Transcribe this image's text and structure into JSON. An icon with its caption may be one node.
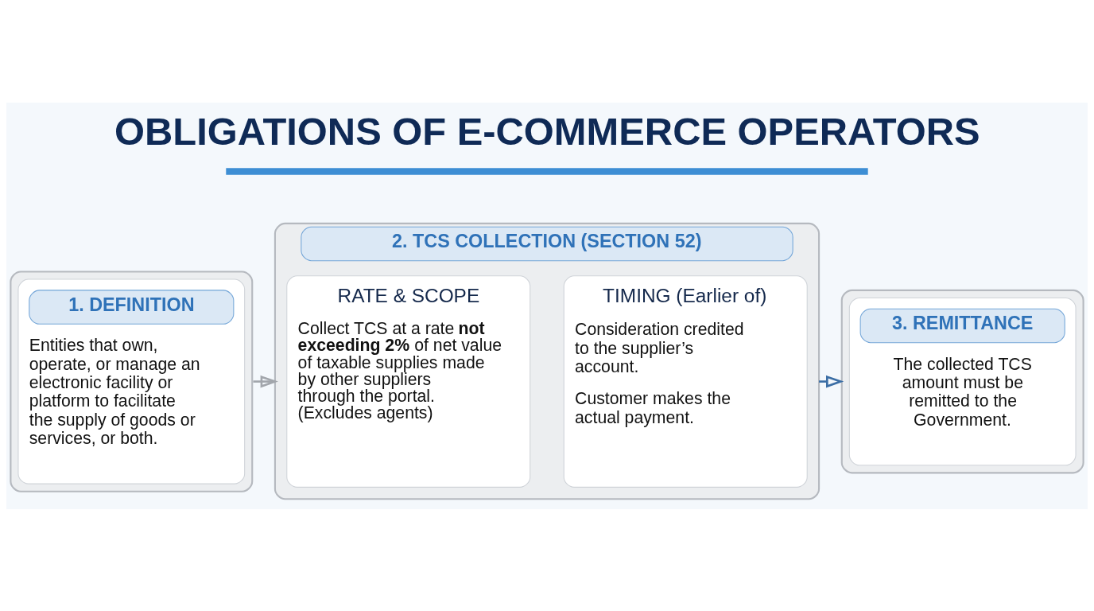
{
  "diagram": {
    "title": "OBLIGATIONS OF E-COMMERCE OPERATORS",
    "nodes": [
      {
        "text": [
          "1. DEFINITION",
          "Entities that own, operate, or manage an electronic facility or platform to facilitate the supply of goods or services, or both."
        ]
      },
      {
        "text": [
          "2. TCS COLLECTION (SECTION 52)"
        ]
      },
      {
        "text": [
          "RATE & SCOPE",
          "Collect TCS at a rate **not exceeding 2%** of net value of taxable supplies made by other suppliers through the portal. (Excludes agents)"
        ],
        "in": 1
      },
      {
        "text": [
          "TIMING (Earlier of)",
          "Consideration credited to the supplier’s account.",
          "Customer makes the actual payment."
        ],
        "in": 1
      },
      {
        "text": [
          "3. REMITTANCE",
          "The collected TCS amount must be remitted to the Government."
        ]
      }
    ],
    "edges": [
      {
        "from": 0,
        "to": 1,
        "arrow": "to"
      },
      {
        "from": 1,
        "to": 4,
        "arrow": "to",
        "color": "#3b6ea5"
      }
    ]
  }
}
